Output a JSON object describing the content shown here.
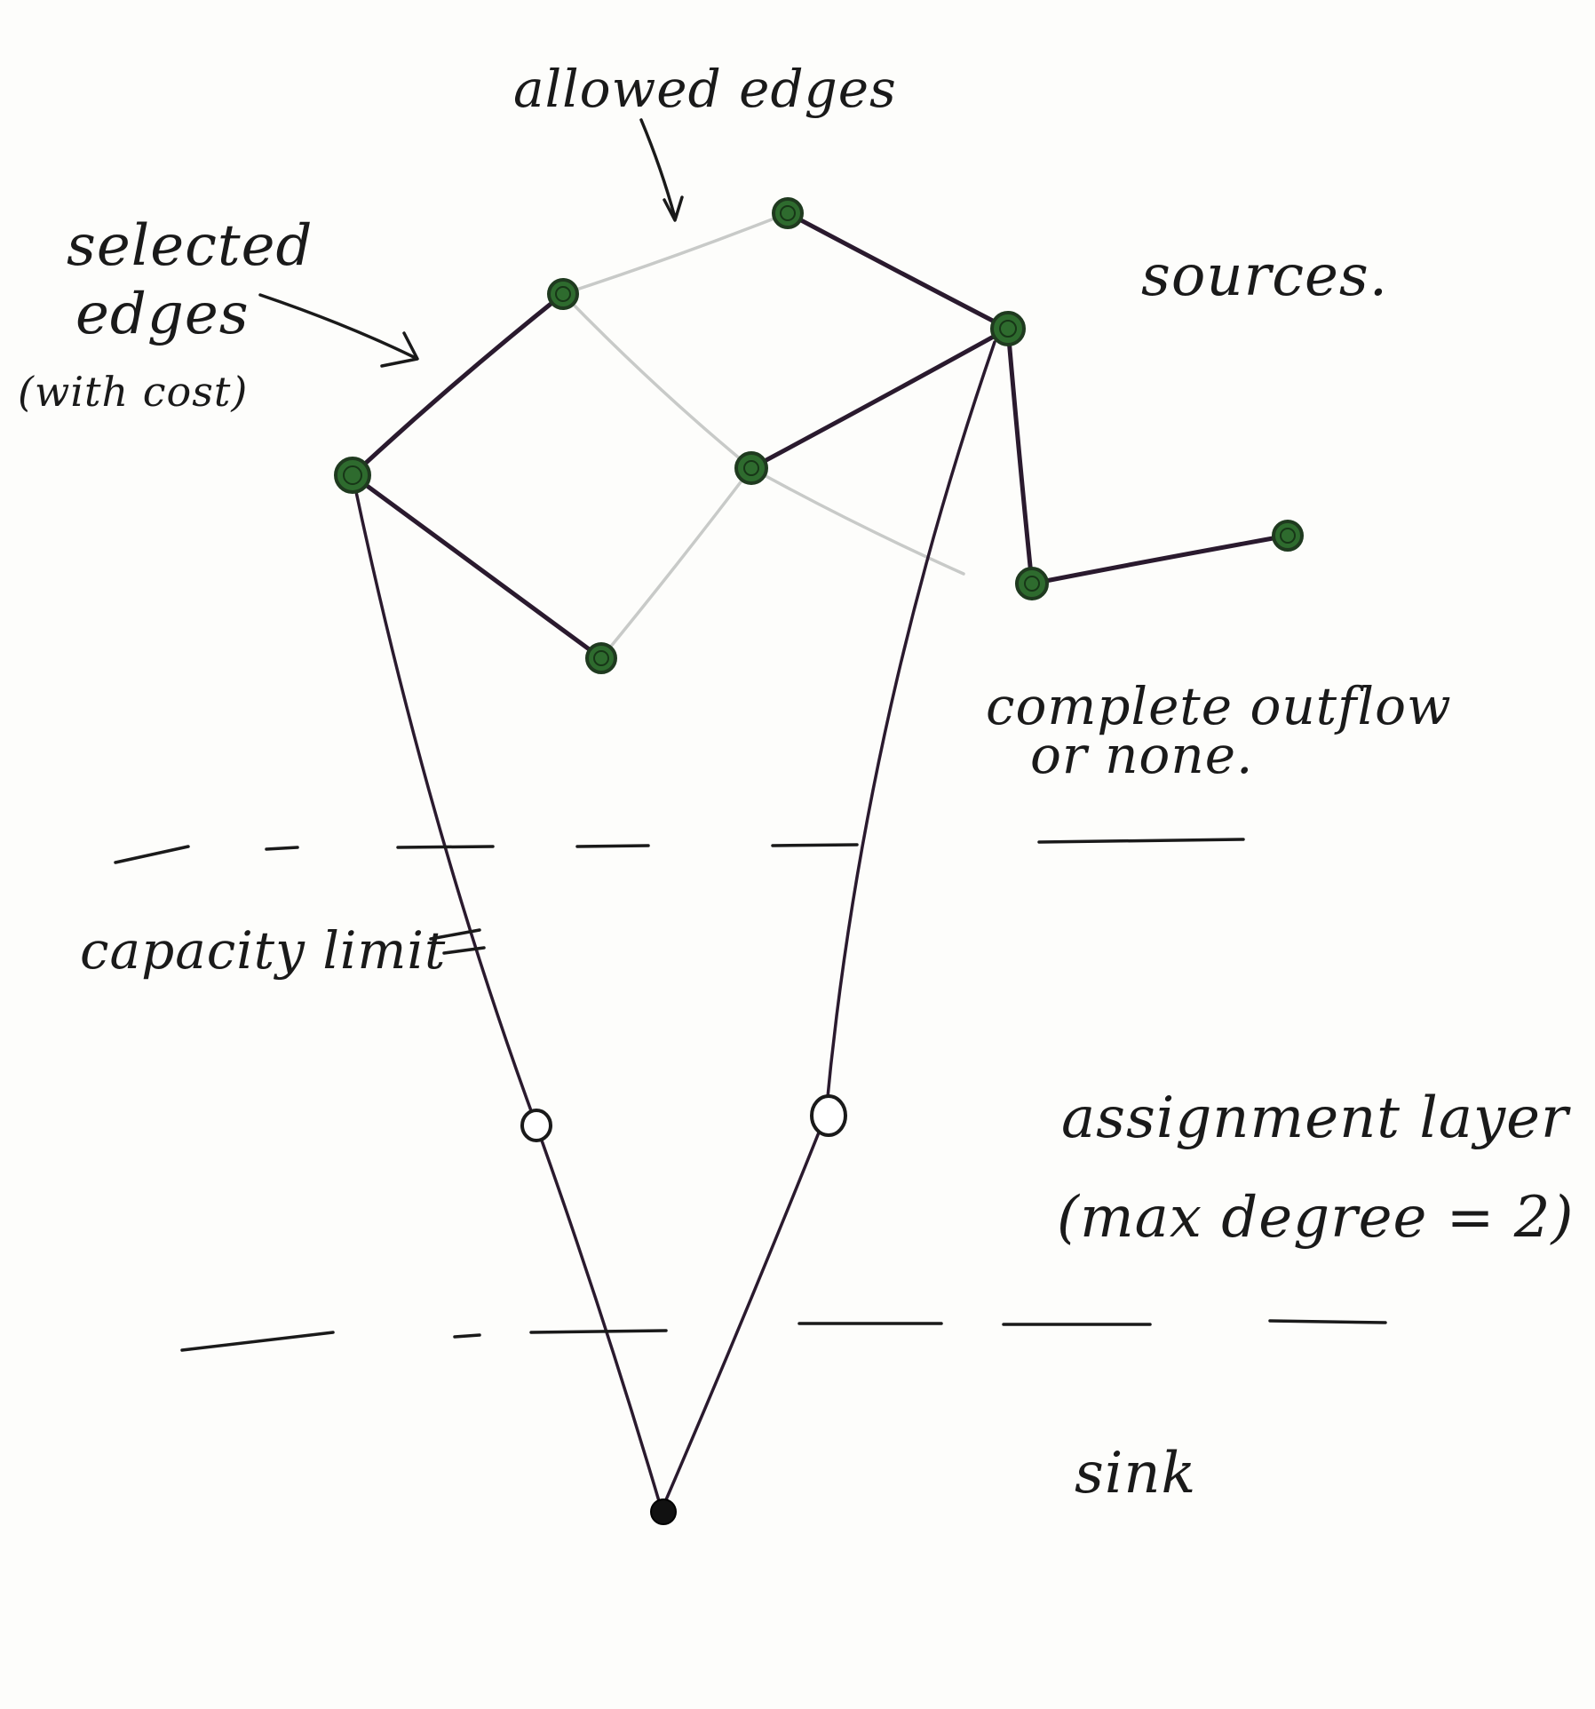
{
  "annotations": {
    "allowed_edges": "allowed edges",
    "selected_edges_line1": "selected",
    "selected_edges_line2": "edges",
    "selected_edges_line3": "(with cost)",
    "sources": "sources.",
    "complete_outflow_line1": "complete outflow",
    "complete_outflow_line2": "or none.",
    "capacity_limit": "capacity limit",
    "assignment_layer_line1": "assignment layer",
    "assignment_layer_line2": "(max degree = 2)",
    "sink": "sink"
  },
  "colors": {
    "source_node": "#2e6b2e",
    "selected_edge": "#2a1a2e",
    "allowed_edge": "#c8cac8",
    "assignment_node": "#ffffff",
    "sink_node": "#111111",
    "ink": "#1a1a1a"
  }
}
